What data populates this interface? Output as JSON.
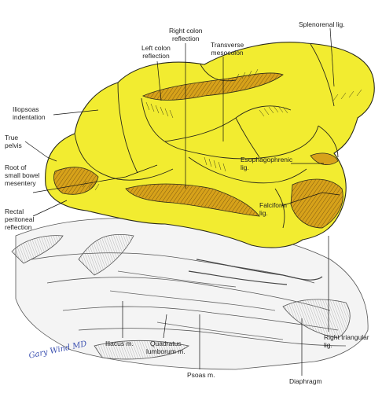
{
  "labels": {
    "splenorenal": "Splenorenal lig.",
    "right_colon": "Right colon\nreflection",
    "left_colon": "Left colon\nreflection",
    "transverse": "Transverse\nmesocolon",
    "iliopsoas": "Iliopsoas\nindentation",
    "true_pelvis": "True\npelvis",
    "root_bowel": "Root of\nsmall bowel\nmesentery",
    "rectal": "Rectal\nperitoneal\nreflection",
    "esophago": "Esophagophrenic\nlig.",
    "falciform": "Falciform\nlig.",
    "right_triangular": "Right triangular\nlig.",
    "iliacus": "Iliacus m.",
    "quadratus": "Quadratus\nlumborum m.",
    "psoas": "Psoas m.",
    "diaphragm": "Diaphragm"
  },
  "signature": "Gary Wind MD",
  "colors": {
    "peritoneum": "#f2ec30",
    "recess": "#d7a21a",
    "outline": "#2a2a1a"
  }
}
